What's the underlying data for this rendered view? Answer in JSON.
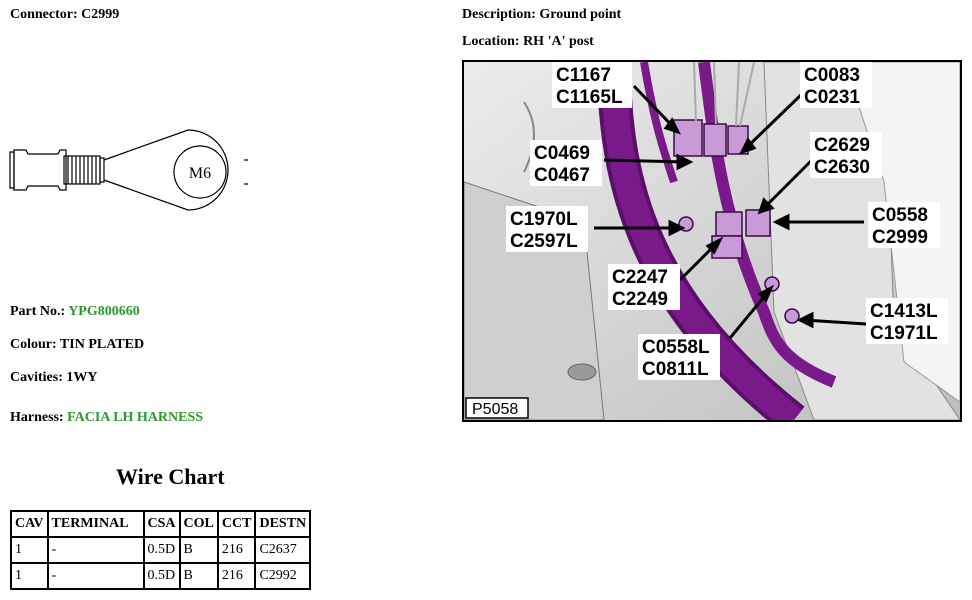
{
  "connector": {
    "label": "Connector:",
    "value": "C2999"
  },
  "description": {
    "label": "Description:",
    "value": "Ground point"
  },
  "location": {
    "label": "Location:",
    "value": "RH 'A' post"
  },
  "drawing": {
    "thread_label": "M6"
  },
  "part_no": {
    "label": "Part No.:",
    "value": "YPG800660"
  },
  "colour": {
    "label": "Colour:",
    "value": "TIN PLATED"
  },
  "cavities": {
    "label": "Cavities:",
    "value": "1WY"
  },
  "harness": {
    "label": "Harness:",
    "value": "FACIA LH HARNESS"
  },
  "wire_chart": {
    "title": "Wire Chart",
    "headers": [
      "CAV",
      "TERMINAL",
      "CSA",
      "COL",
      "CCT",
      "DESTN"
    ],
    "rows": [
      [
        "1",
        "-",
        "0.5D",
        "B",
        "216",
        "C2637"
      ],
      [
        "1",
        "-",
        "0.5D",
        "B",
        "216",
        "C2992"
      ]
    ]
  },
  "photo": {
    "id": "P5058",
    "callouts": [
      [
        "C1167",
        "C1165L"
      ],
      [
        "C0083",
        "C0231"
      ],
      [
        "C0469",
        "C0467"
      ],
      [
        "C2629",
        "C2630"
      ],
      [
        "C1970L",
        "C2597L"
      ],
      [
        "C0558",
        "C2999"
      ],
      [
        "C2247",
        "C2249"
      ],
      [
        "C1413L",
        "C1971L"
      ],
      [
        "C0558L",
        "C0811L"
      ]
    ]
  },
  "colors": {
    "harness": "#7a1a8a",
    "connector": "#c89ad8",
    "link_green": "#2a9a2a"
  }
}
